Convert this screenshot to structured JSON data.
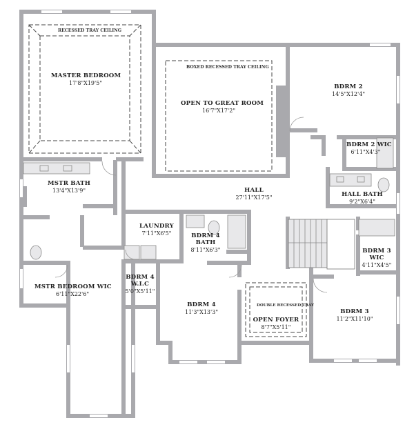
{
  "rooms": {
    "master_bedroom": {
      "name": "MASTER BEDROOM",
      "dim": "17'8\"X19'5\""
    },
    "great_room": {
      "name": "OPEN TO GREAT ROOM",
      "dim": "16'7\"X17'2\""
    },
    "bdrm2": {
      "name": "BDRM 2",
      "dim": "14'5\"X12'4\""
    },
    "bdrm2_wic": {
      "name": "BDRM 2 WIC",
      "dim": "6'11\"X4'3\""
    },
    "mstr_bath": {
      "name": "MSTR BATH",
      "dim": "13'4\"X13'9\""
    },
    "hall": {
      "name": "HALL",
      "dim": "27'11\"X17'5\""
    },
    "hall_bath": {
      "name": "HALL BATH",
      "dim": "9'2\"X6'4\""
    },
    "laundry": {
      "name": "LAUNDRY",
      "dim": "7'11\"X6'5\""
    },
    "bdrm4_bath_name1": "BDRM 4",
    "bdrm4_bath_name2": "BATH",
    "bdrm4_bath_dim": "8'11\"X6'3\"",
    "bdrm3_wic_name1": "BDRM 3",
    "bdrm3_wic_name2": "WIC",
    "bdrm3_wic_dim": "4'11\"X4'5\"",
    "mstr_wic": {
      "name": "MSTR BEDROOM WIC",
      "dim": "6'11\"X22'6\""
    },
    "bdrm4_wic_name1": "BDRM 4",
    "bdrm4_wic_name2": "W.I.C",
    "bdrm4_wic_dim": "5'0\"X5'11\"",
    "bdrm4": {
      "name": "BDRM 4",
      "dim": "11'3\"X13'3\""
    },
    "foyer": {
      "name": "OPEN FOYER",
      "dim": "8'7\"X5'11\""
    },
    "bdrm3": {
      "name": "BDRM 3",
      "dim": "11'2\"X11'10\""
    }
  },
  "notes": {
    "recessed_tray": "RECESSED TRAY CEILING",
    "boxed_tray": "BOXED RECESSED TRAY CEILING",
    "double_tray": "DOUBLE RECESSED TRAY"
  },
  "colors": {
    "wall": "#a9a9ad",
    "wall_dark": "#8d8d92",
    "floor": "#ffffff",
    "fixture": "#e8e8ea",
    "text": "#222222"
  }
}
